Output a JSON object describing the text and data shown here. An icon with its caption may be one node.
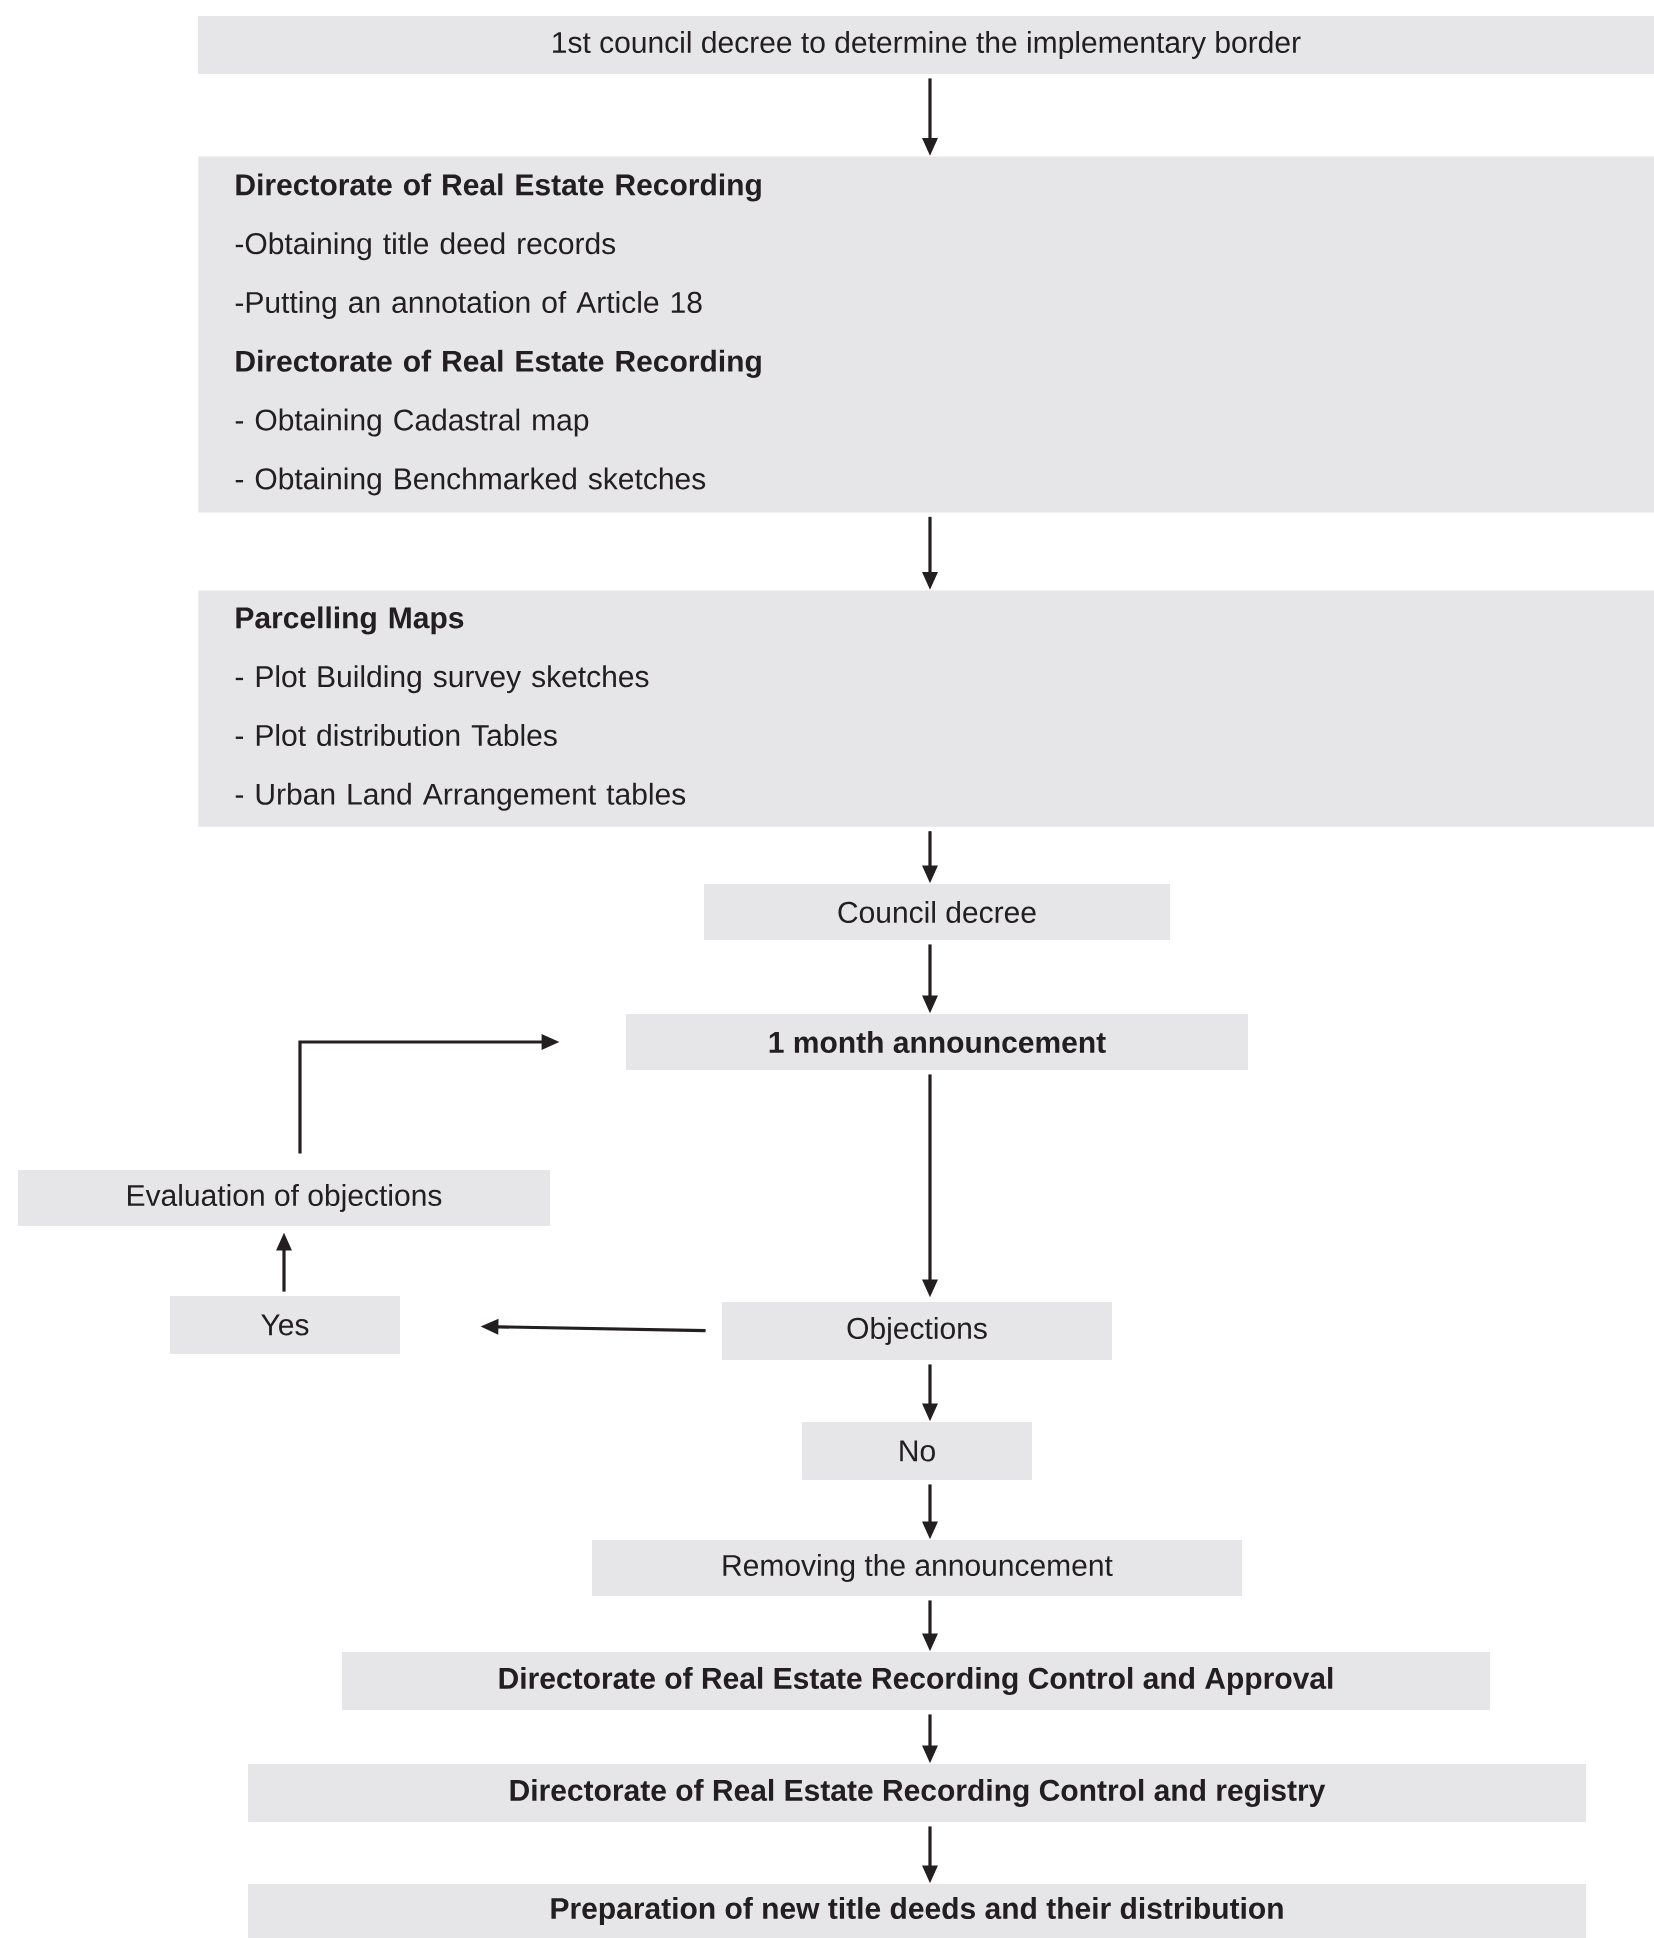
{
  "diagram": {
    "nodes": [
      {
        "text": [
          "1st council decree to determine the implementary border"
        ]
      },
      {
        "text": [
          "Directorate of Real Estate Recording",
          "-Obtaining title deed records",
          "-Putting an annotation of Article 18",
          "Directorate of Real Estate Recording",
          "- Obtaining Cadastral map",
          "- Obtaining Benchmarked sketches"
        ]
      },
      {
        "text": [
          "Parcelling Maps",
          "- Plot Building survey sketches",
          "- Plot distribution Tables",
          "- Urban Land Arrangement tables"
        ]
      },
      {
        "text": [
          "Council decree"
        ]
      },
      {
        "text": [
          "1 month announcement"
        ]
      },
      {
        "text": [
          "Evaluation of objections"
        ]
      },
      {
        "text": [
          "Yes"
        ]
      },
      {
        "text": [
          "Objections"
        ]
      },
      {
        "text": [
          "No"
        ]
      },
      {
        "text": [
          "Removing the announcement"
        ]
      },
      {
        "text": [
          "Directorate of Real Estate Recording Control and Approval"
        ]
      },
      {
        "text": [
          "Directorate of Real Estate Recording Control and registry"
        ]
      },
      {
        "text": [
          "Preparation of new title deeds and their distribution"
        ]
      }
    ],
    "edges": [
      {
        "from": 0,
        "to": 1,
        "arrow": "to"
      },
      {
        "from": 1,
        "to": 2,
        "arrow": "to"
      },
      {
        "from": 2,
        "to": 3,
        "arrow": "to"
      },
      {
        "from": 3,
        "to": 4,
        "arrow": "to"
      },
      {
        "from": 4,
        "to": 7,
        "arrow": "to"
      },
      {
        "from": 7,
        "to": 6,
        "arrow": "to"
      },
      {
        "from": 6,
        "to": 5,
        "arrow": "to"
      },
      {
        "from": 5,
        "to": 4,
        "arrow": "to"
      },
      {
        "from": 7,
        "to": 8,
        "arrow": "to"
      },
      {
        "from": 8,
        "to": 9,
        "arrow": "to"
      },
      {
        "from": 9,
        "to": 10,
        "arrow": "to"
      },
      {
        "from": 10,
        "to": 11,
        "arrow": "to"
      },
      {
        "from": 11,
        "to": 12,
        "arrow": "to"
      }
    ]
  }
}
